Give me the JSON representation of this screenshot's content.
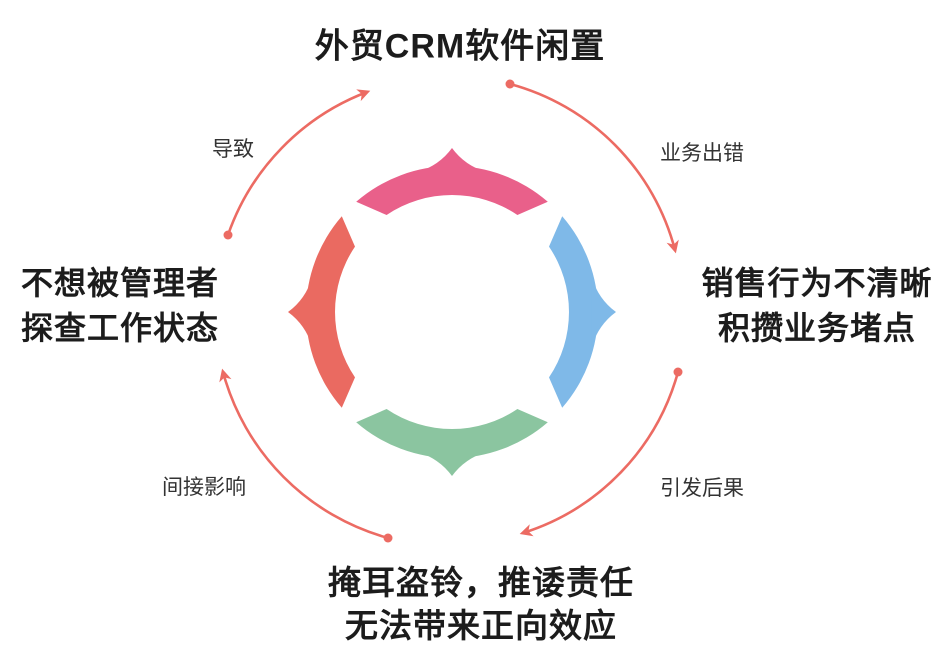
{
  "nodes": {
    "top": {
      "line1": "外贸CRM软件闲置"
    },
    "right": {
      "line1": "销售行为不清晰",
      "line2": "积攒业务堵点"
    },
    "bottom": {
      "line1": "掩耳盗铃，推诿责任",
      "line2": "无法带来正向效应"
    },
    "left": {
      "line1": "不想被管理者",
      "line2": "探查工作状态"
    }
  },
  "flow_labels": {
    "left_to_top": "导致",
    "top_to_right": "业务出错",
    "right_to_bottom": "引发后果",
    "bottom_to_left": "间接影响"
  },
  "colors": {
    "top_segment": "#e9608a",
    "right_segment": "#7fb9e8",
    "bottom_segment": "#8bc5a0",
    "left_segment": "#ea6a61",
    "arrow": "#ec6b63",
    "text": "#1c1c1c"
  }
}
